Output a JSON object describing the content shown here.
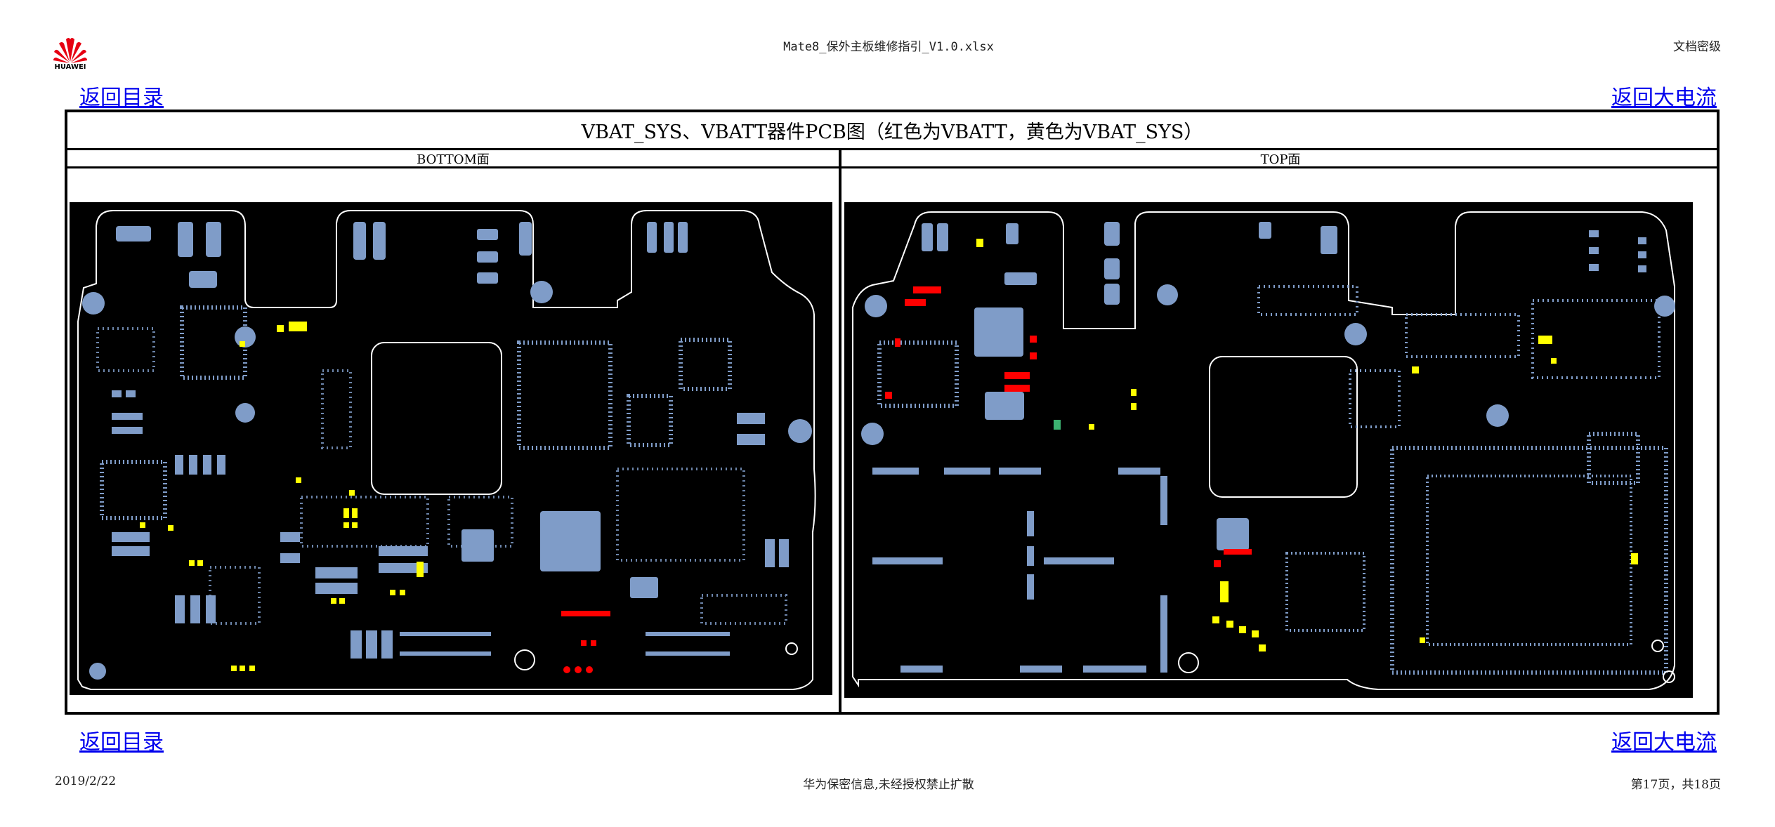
{
  "header": {
    "logo_text": "HUAWEI",
    "file_name": "Mate8_保外主板维修指引_V1.0.xlsx",
    "classification": "文档密级"
  },
  "nav": {
    "back_to_toc": "返回目录",
    "back_to_current": "返回大电流"
  },
  "figure": {
    "title": "VBAT_SYS、VBATT器件PCB图（红色为VBATT，黄色为VBAT_SYS）",
    "bottom_label": "BOTTOM面",
    "top_label": "TOP面"
  },
  "footer": {
    "date": "2019/2/22",
    "notice": "华为保密信息,未经授权禁止扩散",
    "page": "第17页，共18页"
  },
  "colors": {
    "pad": "#7f9cc8",
    "vbatt": "#ff0000",
    "vbat_sys": "#ffff00",
    "outline": "#ffffff",
    "board_bg": "#000000",
    "link": "#0000ee",
    "logo_red": "#e60012"
  }
}
